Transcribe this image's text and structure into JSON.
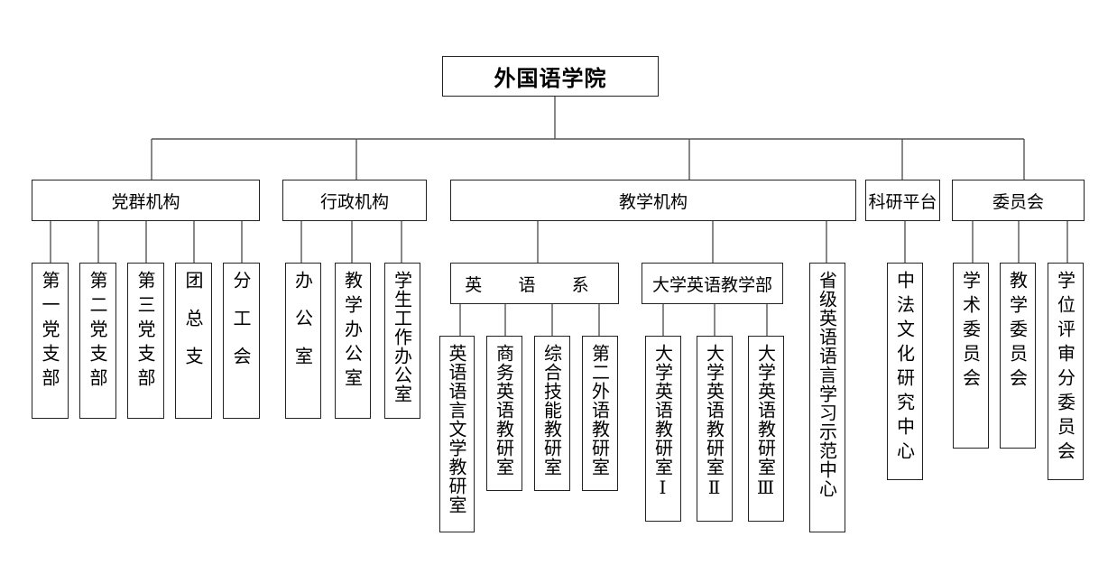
{
  "root": "外国语学院",
  "groups": {
    "party": "党群机构",
    "admin": "行政机构",
    "teaching": "教学机构",
    "research": "科研平台",
    "committee": "委员会"
  },
  "party_items": [
    "第一党支部",
    "第二党支部",
    "第三党支部",
    "团总支",
    "分工会"
  ],
  "admin_items": [
    "办公室",
    "教学办公室",
    "学生工作办公室"
  ],
  "teaching_subgroups": {
    "english_dept": "英 语 系",
    "college_english": "大学英语教学部",
    "provincial_center": "省级英语语言学习示范中心"
  },
  "english_dept_items": [
    "英语语言文学教研室",
    "商务英语教研室",
    "综合技能教研室",
    "第二外语教研室"
  ],
  "college_english_items": [
    "大学英语教研室Ⅰ",
    "大学英语教研室Ⅱ",
    "大学英语教研室Ⅲ"
  ],
  "research_items": [
    "中法文化研究中心"
  ],
  "committee_items": [
    "学术委员会",
    "教学委员会",
    "学位评审分委员会"
  ]
}
